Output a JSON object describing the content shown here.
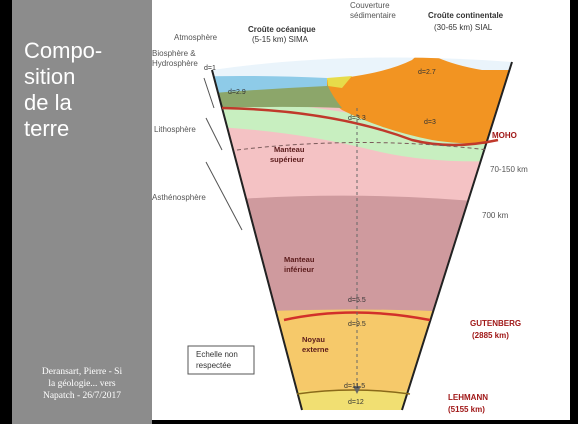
{
  "slide": {
    "title": "Compo-\nsition\nde la\nterre",
    "credit": "Deransart, Pierre - Si\nla géologie... vers\nNapatch - 26/7/2017"
  },
  "diagram": {
    "top_labels": {
      "atmosphere": "Atmosphère",
      "couverture_l1": "Couverture",
      "couverture_l2": "sédimentaire",
      "croute_oce_l1": "Croûte océanique",
      "croute_oce_l2": "(5-15 km) SIMA",
      "croute_cont_l1": "Croûte continentale",
      "croute_cont_l2": "(30-65 km) SIAL"
    },
    "side_labels": {
      "biosphere_l1": "Biosphère &",
      "biosphere_l2": "Hydrosphère",
      "lithosphere": "Lithosphère",
      "asthenosphere": "Asthénosphère"
    },
    "layers": {
      "manteau_sup_l1": "Manteau",
      "manteau_sup_l2": "supérieur",
      "manteau_inf_l1": "Manteau",
      "manteau_inf_l2": "inférieur",
      "noyau_ext_l1": "Noyau",
      "noyau_ext_l2": "externe"
    },
    "boundaries": {
      "moho": "MOHO",
      "depth_70_150": "70-150 km",
      "depth_700": "700 km",
      "gutenberg": "GUTENBERG",
      "gutenberg_depth": "(2885 km)",
      "lehmann": "LEHMANN",
      "lehmann_depth": "(5155 km)"
    },
    "densities": {
      "d_croute_cont": "d=2.7",
      "d_croute_oce": "d=2.9",
      "d_manteau_top": "d=3.3",
      "d_continent_root": "d=3",
      "d_manteau_base": "d=5.5",
      "d_noyau_top": "d=9.5",
      "d_noyau_base": "d=11.5",
      "d_graine": "d=12",
      "d_sea": "d=1"
    },
    "scale_note_l1": "Echelle non",
    "scale_note_l2": "respectée",
    "colors": {
      "ocean": "#8ecbe8",
      "continental_crust": "#f29422",
      "oceanic_crust": "#8ca66a",
      "lithosphere": "#c8efc0",
      "upper_mantle": "#f4c2c4",
      "lower_mantle": "#cf9a9e",
      "outer_core": "#f6c96a",
      "inner_core": "#f1df72",
      "moho_line": "#c0392b",
      "gutenberg_line": "#d2302a"
    }
  }
}
